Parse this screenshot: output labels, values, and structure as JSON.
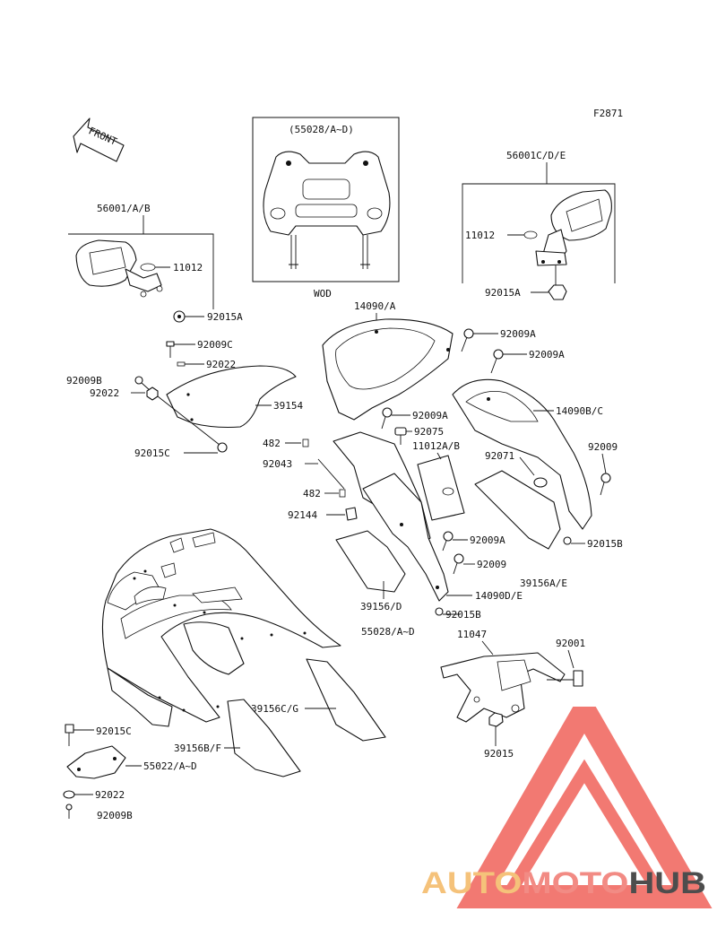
{
  "diagram": {
    "figure_code": "F2871",
    "front_arrow": "FRONT",
    "variant_tag": "WOD",
    "box_center_label": "(55028/A~D)",
    "labels": {
      "p56001ab": "56001/A/B",
      "p11012_l": "11012",
      "p92015a_l": "92015A",
      "p56001cde": "56001C/D/E",
      "p11012_r": "11012",
      "p92015a_r": "92015A",
      "p14090a": "14090/A",
      "p92009a_1": "92009A",
      "p92009a_2": "92009A",
      "p92009c": "92009C",
      "p92022_1": "92022",
      "p92009b_1": "92009B",
      "p92022_2": "92022",
      "p39154": "39154",
      "p92015c_1": "92015C",
      "p14090bc": "14090B/C",
      "p92009a_3": "92009A",
      "p92075": "92075",
      "p482_1": "482",
      "p92043": "92043",
      "p11012ab": "11012A/B",
      "p92071": "92071",
      "p92009_1": "92009",
      "p482_2": "482",
      "p92144": "92144",
      "p92009a_4": "92009A",
      "p92015b_1": "92015B",
      "p92009_2": "92009",
      "p39156ae": "39156A/E",
      "p39156d": "39156/D",
      "p14090de": "14090D/E",
      "p92015b_2": "92015B",
      "p55028ad": "55028/A~D",
      "p11047": "11047",
      "p92001": "92001",
      "p39156cg": "39156C/G",
      "p39156bf": "39156B/F",
      "p92015c_2": "92015C",
      "p55022ad": "55022/A~D",
      "p92022_3": "92022",
      "p92009b_2": "92009B",
      "p92015": "92015"
    }
  },
  "watermark": {
    "part1": "AUTO",
    "part2": "MOTO",
    "part3": "HUB",
    "colors": {
      "auto": "#f5c27a",
      "moto": "#f28b84",
      "hub": "#4d4d4d",
      "triangle": "#f0625a"
    }
  }
}
